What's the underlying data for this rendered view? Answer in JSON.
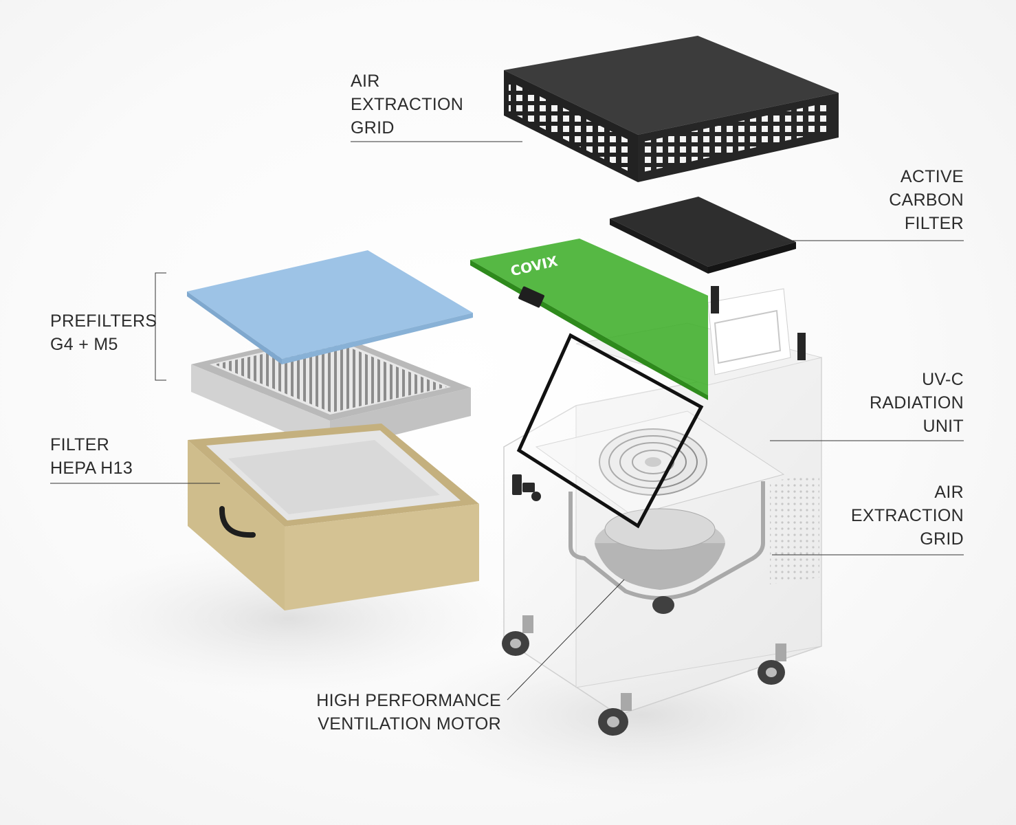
{
  "brand": {
    "logo_text": "COVIX",
    "accent_color": "#3fae2a"
  },
  "colors": {
    "prefilter_g4": "#9dc3e6",
    "hepa_box": "#d4c293",
    "grid_dark": "#2a2a2a",
    "carbon": "#2f2f2f"
  },
  "labels": {
    "air_extraction_grid_top": {
      "lines": [
        "AIR",
        "EXTRACTION",
        "GRID"
      ]
    },
    "active_carbon_filter": {
      "lines": [
        "ACTIVE",
        "CARBON",
        "FILTER"
      ]
    },
    "prefilters": {
      "lines": [
        "PREFILTERS",
        "G4 + M5"
      ]
    },
    "filter_hepa": {
      "lines": [
        "FILTER",
        "HEPA H13"
      ]
    },
    "uvc_unit": {
      "lines": [
        "UV-C",
        "RADIATION",
        "UNIT"
      ]
    },
    "air_extraction_grid_side": {
      "lines": [
        "AIR",
        "EXTRACTION",
        "GRID"
      ]
    },
    "motor": {
      "lines": [
        "HIGH PERFORMANCE",
        "VENTILATION MOTOR"
      ]
    }
  }
}
